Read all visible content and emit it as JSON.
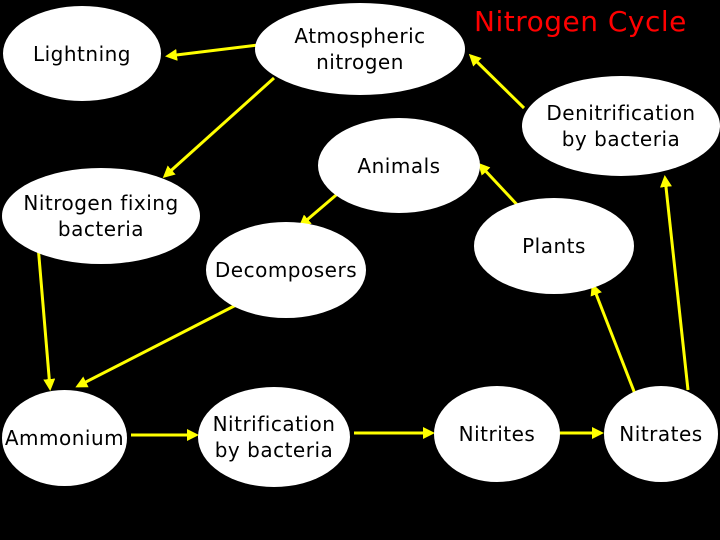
{
  "title": "Nitrogen Cycle",
  "colors": {
    "background": "#000000",
    "node": "#ffffff",
    "arrow": "#ffff00",
    "title": "#ff0000"
  },
  "nodes": {
    "atmospheric": "Atmospheric\nnitrogen",
    "lightning": "Lightning",
    "denitrification": "Denitrification\nby bacteria",
    "animals": "Animals",
    "nitrogen_fixing": "Nitrogen fixing\nbacteria",
    "plants": "Plants",
    "decomposers": "Decomposers",
    "ammonium": "Ammonium",
    "nitrification": "Nitrification\nby bacteria",
    "nitrites": "Nitrites",
    "nitrates": "Nitrates"
  },
  "edges": [
    {
      "from": "atmospheric",
      "to": "lightning"
    },
    {
      "from": "atmospheric",
      "to": "nitrogen_fixing"
    },
    {
      "from": "denitrification",
      "to": "atmospheric"
    },
    {
      "from": "nitrates",
      "to": "denitrification"
    },
    {
      "from": "plants",
      "to": "animals"
    },
    {
      "from": "animals",
      "to": "decomposers"
    },
    {
      "from": "nitrates",
      "to": "plants"
    },
    {
      "from": "decomposers",
      "to": "ammonium"
    },
    {
      "from": "nitrogen_fixing",
      "to": "ammonium"
    },
    {
      "from": "ammonium",
      "to": "nitrification"
    },
    {
      "from": "nitrification",
      "to": "nitrites"
    },
    {
      "from": "nitrites",
      "to": "nitrates"
    }
  ]
}
